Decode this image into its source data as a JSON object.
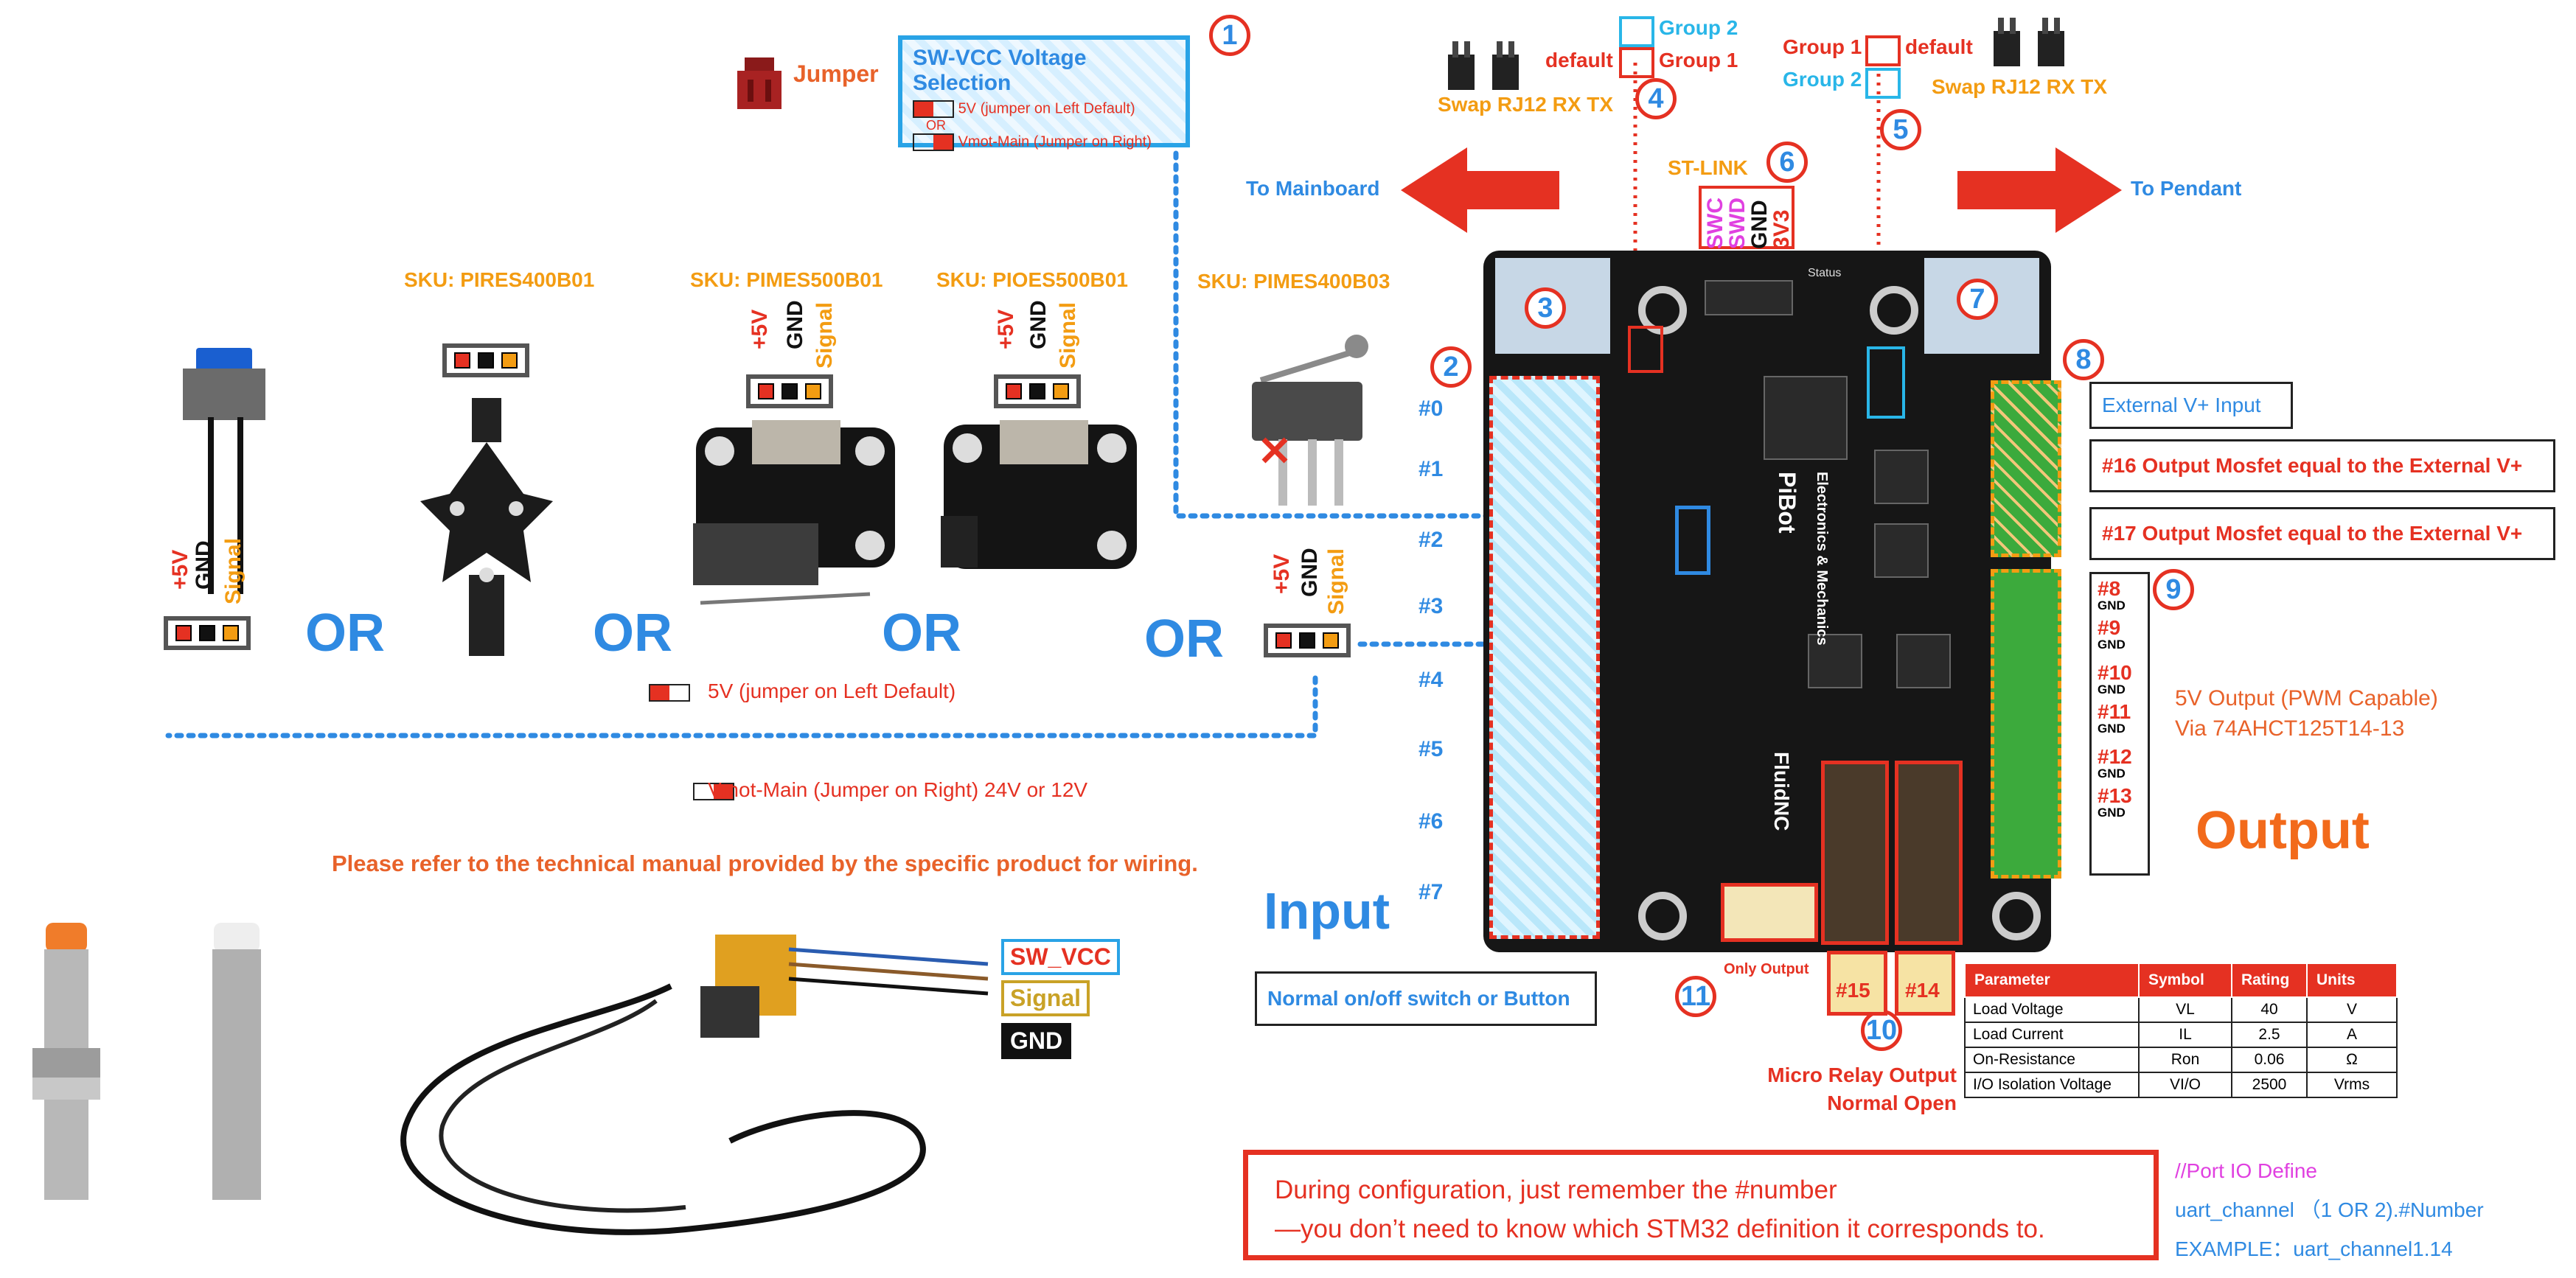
{
  "jumper_legend": {
    "label": "Jumper"
  },
  "swvcc_box": {
    "title": "SW-VCC Voltage Selection",
    "option_left": "5V (jumper on Left Default)",
    "or": "OR",
    "option_right": "Vmot-Main (Jumper on Right)"
  },
  "callouts": {
    "n1": "1",
    "n2": "2",
    "n3": "3",
    "n4": "4",
    "n5": "5",
    "n6": "6",
    "n7": "7",
    "n8": "8",
    "n9": "9",
    "n10": "10",
    "n11": "11"
  },
  "rj12_left": {
    "group2": "Group 2",
    "default": "default",
    "group1": "Group 1",
    "swap": "Swap RJ12 RX TX"
  },
  "rj12_right": {
    "group1": "Group 1",
    "default": "default",
    "group2": "Group 2",
    "swap": "Swap RJ12 RX TX"
  },
  "stlink": {
    "title": "ST-LINK",
    "pins": [
      "SWC",
      "SWD",
      "GND",
      "3V3"
    ]
  },
  "arrows": {
    "left": "To Mainboard",
    "right": "To Pendant"
  },
  "sensors": [
    {
      "sku": "SKU: PIRES400B01"
    },
    {
      "sku": "SKU: PIMES500B01"
    },
    {
      "sku": "SKU: PIOES500B01"
    },
    {
      "sku": "SKU: PIMES400B03"
    }
  ],
  "pin_labels": {
    "plus5v": "+5V",
    "gnd": "GND",
    "signal": "Signal"
  },
  "or_word": "OR",
  "jumper_notes": {
    "left": "5V (jumper on Left Default)",
    "right": "Vmot-Main (Jumper on Right)  24V or 12V"
  },
  "manual_note": "Please refer to the technical manual provided by the specific product for wiring.",
  "proximity_wires": {
    "swvcc": "SW_VCC",
    "signal": "Signal",
    "gnd": "GND"
  },
  "inputs": {
    "ports": [
      "#0",
      "#1",
      "#2",
      "#3",
      "#4",
      "#5",
      "#6",
      "#7"
    ],
    "title": "Input",
    "desc": "Normal on/off switch or Button"
  },
  "board_text": {
    "brand": "PiBot",
    "sub": "Electronics & Mechanics",
    "fluid": "FluidNC",
    "status": "Status"
  },
  "outputs": {
    "ext_input": "External V+ Input",
    "mosfet16_num": "#16",
    "mosfet16": "Output Mosfet equal to the External V+",
    "mosfet17_num": "#17",
    "mosfet17": "Output Mosfet equal to the External V+",
    "pwm_pins": [
      {
        "num": "#8",
        "gnd": "GND"
      },
      {
        "num": "#9",
        "gnd": "GND"
      },
      {
        "num": "#10",
        "gnd": "GND"
      },
      {
        "num": "#11",
        "gnd": "GND"
      },
      {
        "num": "#12",
        "gnd": "GND"
      },
      {
        "num": "#13",
        "gnd": "GND"
      }
    ],
    "pwm_desc1": "5V Output (PWM Capable)",
    "pwm_desc2": "Via 74AHCT125T14-13",
    "title": "Output",
    "only_output": "Only Output",
    "relay15": "#15",
    "relay14": "#14",
    "relay_desc1": "Micro Relay Output",
    "relay_desc2": "Normal Open"
  },
  "spec_table": {
    "headers": [
      "Parameter",
      "Symbol",
      "Rating",
      "Units"
    ],
    "rows": [
      [
        "Load Voltage",
        "VL",
        "40",
        "V"
      ],
      [
        "Load Current",
        "IL",
        "2.5",
        "A"
      ],
      [
        "On-Resistance",
        "Ron",
        "0.06",
        "Ω"
      ],
      [
        "I/O Isolation Voltage",
        "VI/O",
        "2500",
        "Vrms"
      ]
    ]
  },
  "config_note": {
    "line1": "During configuration, just remember the #number",
    "line2": "—you don’t need to know which STM32 definition it corresponds to."
  },
  "port_io": {
    "title": "//Port IO Define",
    "line1": "uart_channel （1 OR 2).#Number",
    "line2": "EXAMPLE：uart_channel1.14"
  },
  "colors": {
    "red": "#e53122",
    "blue": "#2f8ae2",
    "orange": "#f39c12",
    "magenta": "#e040e0",
    "cyan": "#29b6e8"
  }
}
